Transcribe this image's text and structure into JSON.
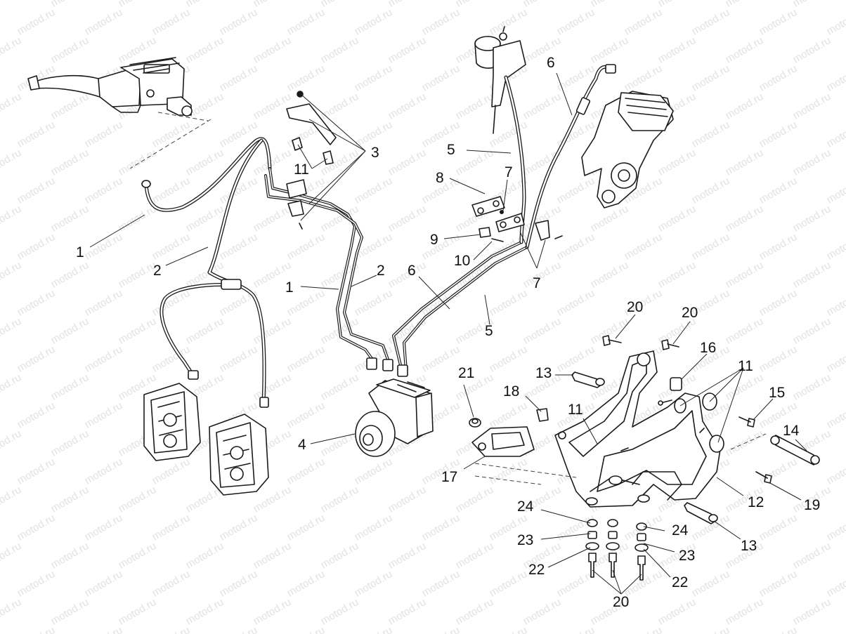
{
  "watermark": {
    "text": "motod.ru",
    "color": "#c9c9c9"
  },
  "callouts": {
    "c1a": "1",
    "c1b": "1",
    "c2a": "2",
    "c2b": "2",
    "c3": "3",
    "c4": "4",
    "c5a": "5",
    "c5b": "5",
    "c6a": "6",
    "c6b": "6",
    "c7a": "7",
    "c7b": "7",
    "c8": "8",
    "c9": "9",
    "c10": "10",
    "c11a": "11",
    "c11b": "11",
    "c11c": "11",
    "c12": "12",
    "c13a": "13",
    "c13b": "13",
    "c14": "14",
    "c15": "15",
    "c16": "16",
    "c17": "17",
    "c18": "18",
    "c19": "19",
    "c20a": "20",
    "c20b": "20",
    "c20c": "20",
    "c21": "21",
    "c22a": "22",
    "c22b": "22",
    "c23a": "23",
    "c23b": "23",
    "c24a": "24",
    "c24b": "24"
  }
}
